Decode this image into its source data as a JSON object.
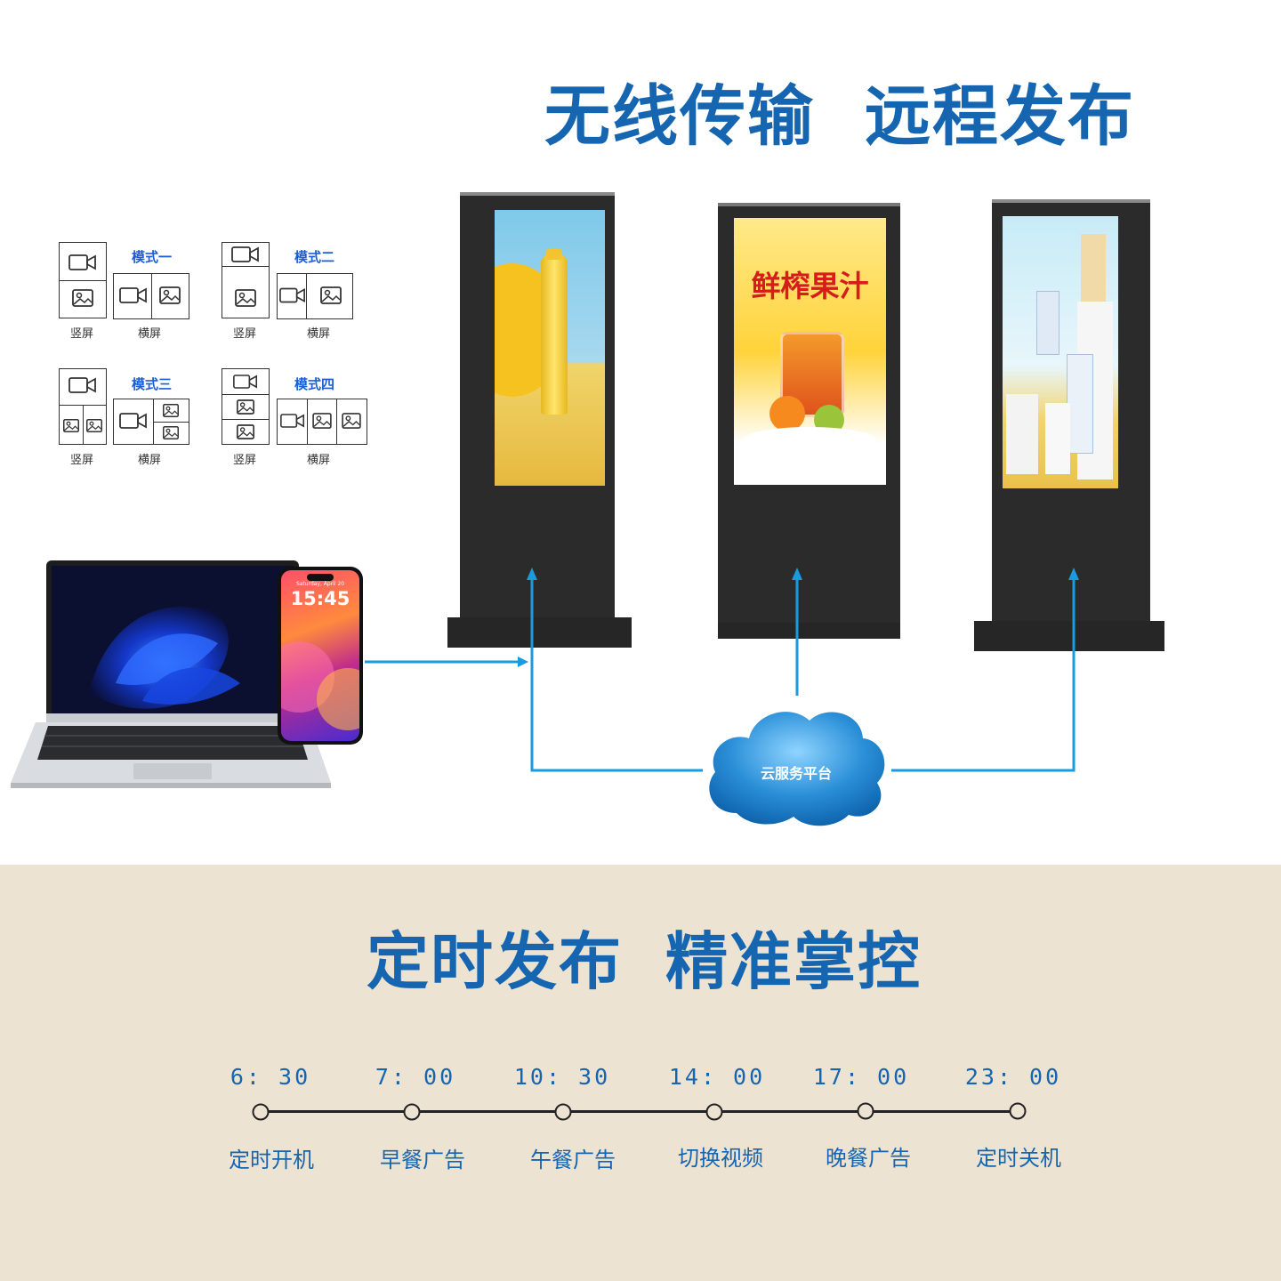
{
  "top": {
    "title_left": "无线传输",
    "title_right": "远程发布"
  },
  "modes": [
    {
      "title": "模式一",
      "vertical_label": "竖屏",
      "horizontal_label": "横屏"
    },
    {
      "title": "模式二",
      "vertical_label": "竖屏",
      "horizontal_label": "横屏"
    },
    {
      "title": "模式三",
      "vertical_label": "竖屏",
      "horizontal_label": "横屏"
    },
    {
      "title": "模式四",
      "vertical_label": "竖屏",
      "horizontal_label": "横屏"
    }
  ],
  "devices": {
    "phone_time": "15:45",
    "phone_date": "Saturday, April 20"
  },
  "kiosk_screens": {
    "middle_poster_title": "鲜榨果汁"
  },
  "cloud": {
    "label": "云服务平台"
  },
  "bottom": {
    "title_left": "定时发布",
    "title_right": "精准掌控"
  },
  "timeline": [
    {
      "time": "6: 30",
      "label": "定时开机"
    },
    {
      "time": "7: 00",
      "label": "早餐广告"
    },
    {
      "time": "10: 30",
      "label": "午餐广告"
    },
    {
      "time": "14: 00",
      "label": "切换视频"
    },
    {
      "time": "17: 00",
      "label": "晚餐广告"
    },
    {
      "time": "23: 00",
      "label": "定时关机"
    }
  ],
  "colors": {
    "brand_blue": "#1565b0",
    "mode_blue": "#1a5fd8",
    "connector_blue": "#1a9be0",
    "panel_beige": "#ede3d2"
  },
  "icons": [
    "video-camera-icon",
    "image-icon",
    "cloud-icon",
    "laptop-icon",
    "phone-icon"
  ]
}
